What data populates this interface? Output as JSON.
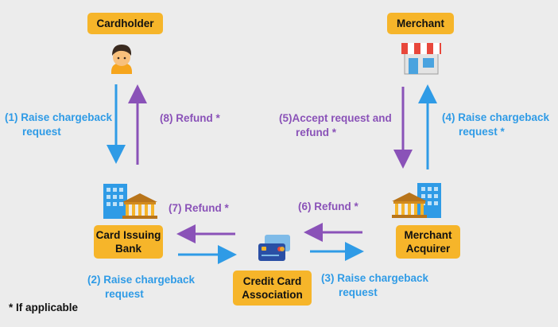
{
  "colors": {
    "background": "#ececec",
    "box": "#f6b52a",
    "blue_arrow": "#2f9be6",
    "purple_arrow": "#8a52b8"
  },
  "nodes": {
    "cardholder": "Cardholder",
    "merchant": "Merchant",
    "issuing_bank_line1": "Card Issuing",
    "issuing_bank_line2": "Bank",
    "merchant_acquirer_line1": "Merchant",
    "merchant_acquirer_line2": "Acquirer",
    "association_line1": "Credit Card",
    "association_line2": "Association"
  },
  "steps": {
    "s1_line1": "(1)  Raise chargeback",
    "s1_line2": "request",
    "s2_line1": "(2)  Raise chargeback",
    "s2_line2": "request",
    "s3_line1": "(3) Raise chargeback",
    "s3_line2": "request",
    "s4_line1": "(4) Raise chargeback",
    "s4_line2": "request *",
    "s5_line1": "(5)Accept request and",
    "s5_line2": "refund *",
    "s6": "(6) Refund *",
    "s7": "(7) Refund *",
    "s8": "(8) Refund *"
  },
  "footnote": "* If applicable",
  "icons": {
    "cardholder": "person-icon",
    "merchant": "storefront-icon",
    "issuing_bank": "bank-building-icon",
    "merchant_acquirer": "bank-building-icon",
    "association": "credit-card-icon"
  }
}
